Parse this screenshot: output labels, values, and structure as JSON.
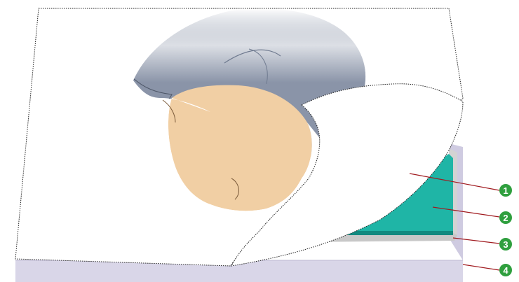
{
  "colors": {
    "background": "#ffffff",
    "mattress_side": "#d9d6e8",
    "mattress_top_edge": "#c9c5dc",
    "sheet_layer": "#c8c8c8",
    "green_pad": "#1fb5a6",
    "green_pad_dark": "#128a80",
    "blanket": "#ffffff",
    "blanket_outline": "#222222",
    "person_shirt": "#8a94a8",
    "person_shirt_shadow": "#6f7a8f",
    "person_skin": "#f1cfa4",
    "person_skin_outline": "#7a5a3a",
    "leader_line": "#a01a1f",
    "badge": "#2f9f3e"
  },
  "icons": {
    "sleeping-person": "figure-illustration"
  },
  "callouts": [
    {
      "number": "1",
      "target": "blanket-layer"
    },
    {
      "number": "2",
      "target": "green-pad-layer"
    },
    {
      "number": "3",
      "target": "sheet-layer"
    },
    {
      "number": "4",
      "target": "mattress-base"
    }
  ]
}
